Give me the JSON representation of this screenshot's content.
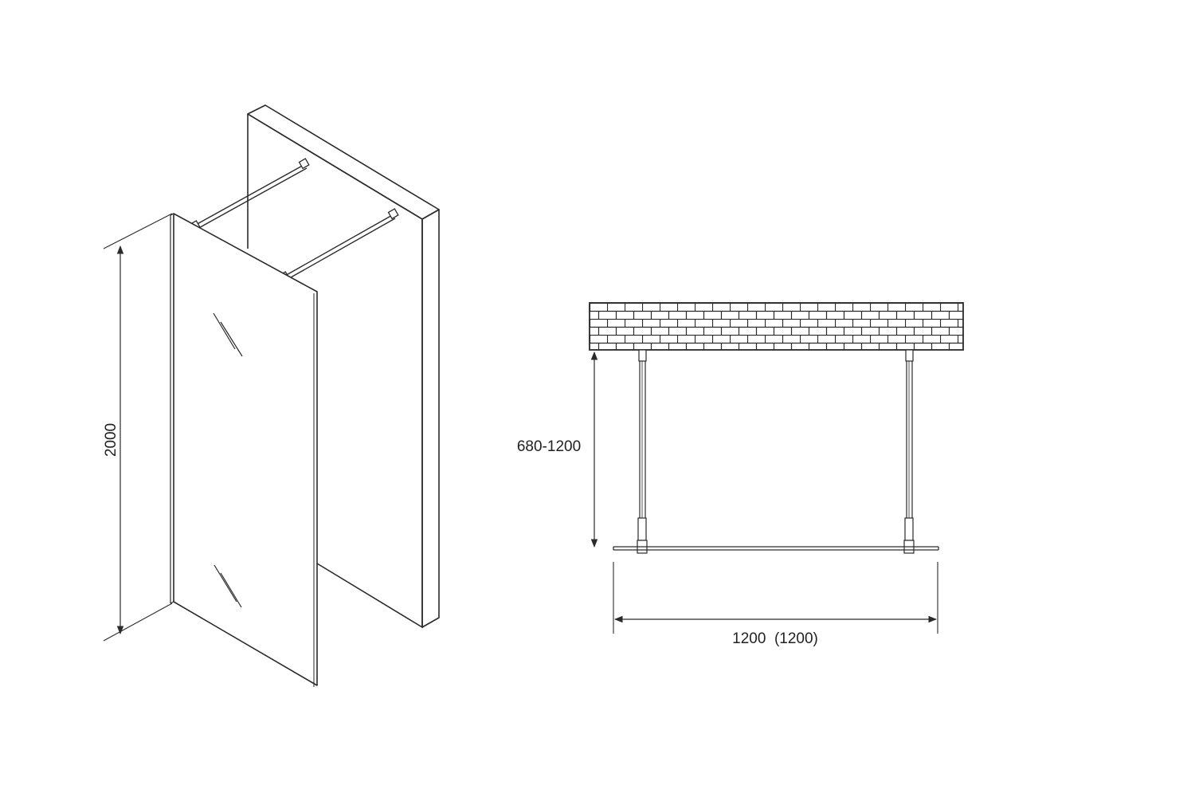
{
  "isometric_view": {
    "height_label": "2000"
  },
  "plan_view": {
    "depth_label": "680-1200",
    "width_label": "1200  (1200)"
  },
  "colors": {
    "line": "#2a2a2a",
    "background": "#ffffff",
    "text": "#222222"
  }
}
